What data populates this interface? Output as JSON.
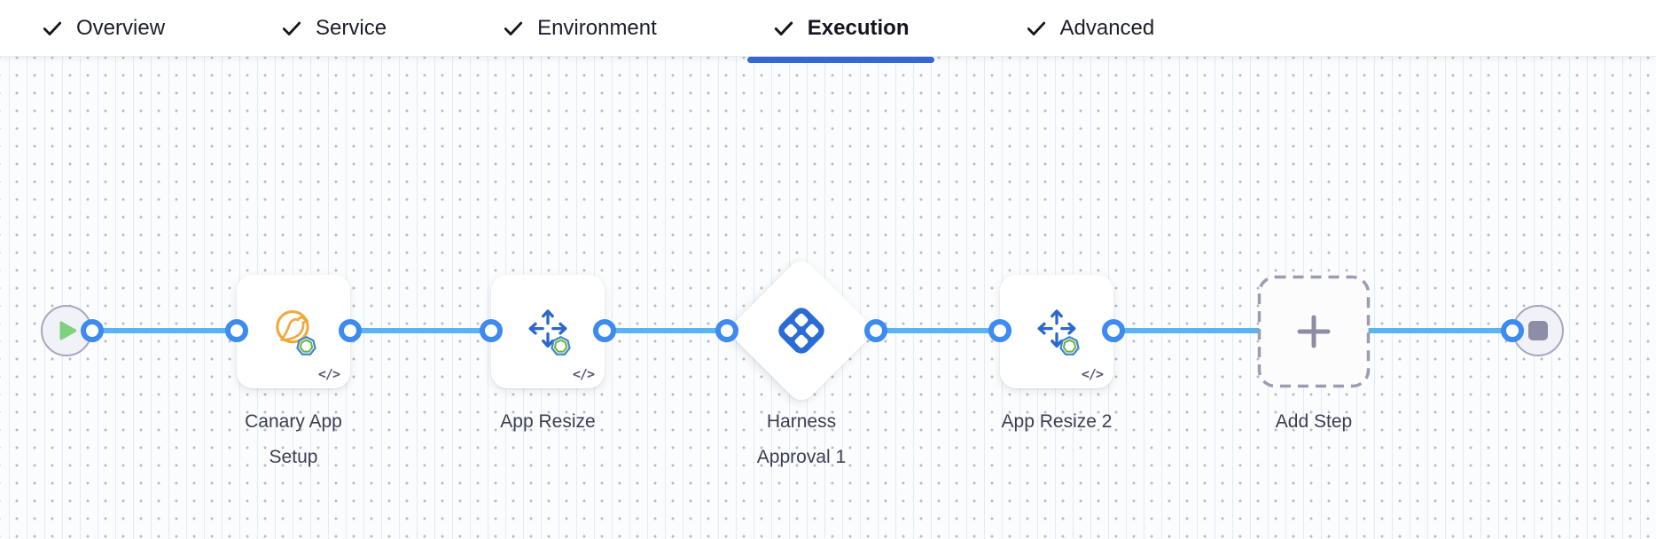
{
  "tabs": {
    "items": [
      {
        "label": "Overview",
        "state": "completed",
        "icon": "check-icon"
      },
      {
        "label": "Service",
        "state": "completed",
        "icon": "check-icon"
      },
      {
        "label": "Environment",
        "state": "completed",
        "icon": "check-icon"
      },
      {
        "label": "Execution",
        "state": "active",
        "icon": "check-icon"
      },
      {
        "label": "Advanced",
        "state": "completed",
        "icon": "check-icon"
      }
    ]
  },
  "pipeline": {
    "start_node": {
      "icon": "play-icon"
    },
    "end_node": {
      "icon": "stop-icon"
    },
    "steps": [
      {
        "name": "Canary App Setup",
        "display": "Canary App\nSetup",
        "shape": "rounded-card",
        "icon": "canary-bird-icon",
        "secondary_icon": "tanzu-heptagon-icon",
        "badge": "</>"
      },
      {
        "name": "App Resize",
        "display": "App Resize",
        "shape": "rounded-card",
        "icon": "resize-arrows-icon",
        "secondary_icon": "tanzu-heptagon-icon",
        "badge": "</>"
      },
      {
        "name": "Harness Approval 1",
        "display": "Harness\nApproval 1",
        "shape": "diamond",
        "icon": "harness-logo-icon"
      },
      {
        "name": "App Resize 2",
        "display": "App Resize 2",
        "shape": "rounded-card",
        "icon": "resize-arrows-icon",
        "secondary_icon": "tanzu-heptagon-icon",
        "badge": "</>"
      },
      {
        "name": "Add Step",
        "display": "Add Step",
        "shape": "dashed-placeholder",
        "icon": "plus-icon"
      }
    ]
  },
  "colors": {
    "active_tab_underline": "#3367d1",
    "connector_line": "#5cb3f2",
    "connector_port": "#3d8af0",
    "harness_logo_blue": "#2a6cd4",
    "resize_arrows_blue": "#2b67cc",
    "canary_orange": "#f0a93c",
    "heptagon_blue": "#3f88c9",
    "heptagon_green": "#6cb33e",
    "play_green": "#7ed17e",
    "stop_gray": "#8d8da5",
    "label_text": "#3c3d52",
    "canvas_background": "#fbfcfd"
  }
}
